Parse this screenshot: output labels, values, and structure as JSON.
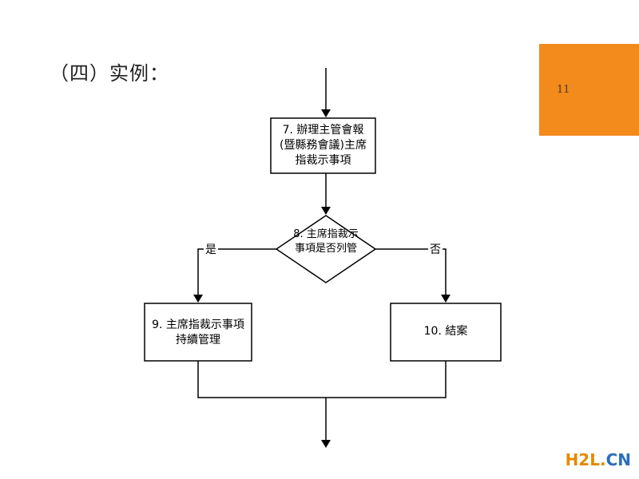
{
  "slide": {
    "title": "（四）实例：",
    "page_number": "11",
    "accent_color": "#f28a1c"
  },
  "flowchart": {
    "nodes": {
      "step7": {
        "label": "7. 辦理主管會報 (暨縣務會議)主席指裁示事項",
        "shape": "rectangle"
      },
      "decision8": {
        "label": "8. 主席指裁示事項是否列管",
        "shape": "diamond"
      },
      "step9": {
        "label": "9. 主席指裁示事項持續管理",
        "shape": "rectangle"
      },
      "step10": {
        "label": "10. 結案",
        "shape": "rectangle"
      }
    },
    "branches": {
      "yes": "是",
      "no": "否"
    }
  },
  "watermark": {
    "part1": "H2L",
    "part2": ".",
    "part3": "CN"
  }
}
